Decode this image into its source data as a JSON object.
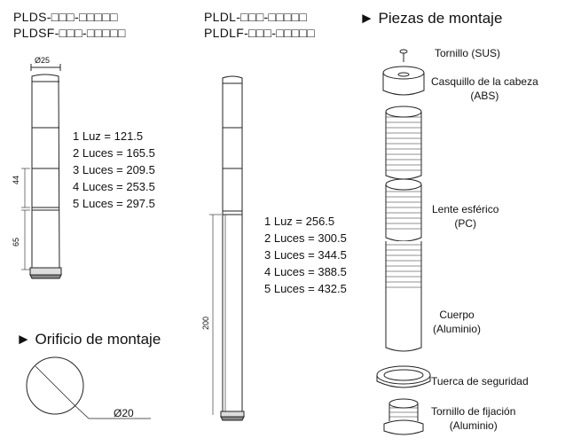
{
  "model_left": [
    "PLDS-□□□-□□□□□",
    "PLDSF-□□□-□□□□□"
  ],
  "model_mid": [
    "PLDL-□□□-□□□□□",
    "PLDLF-□□□-□□□□□"
  ],
  "dims_left": {
    "diameter": "Ø25",
    "d44": "44",
    "d65": "65"
  },
  "dims_mid": {
    "d200": "200"
  },
  "heights_short": [
    "1 Luz = 121.5",
    "2 Luces = 165.5",
    "3 Luces = 209.5",
    "4 Luces = 253.5",
    "5 Luces = 297.5"
  ],
  "heights_long": [
    "1 Luz = 256.5",
    "2 Luces = 300.5",
    "3 Luces = 344.5",
    "4 Luces = 388.5",
    "5 Luces = 432.5"
  ],
  "mount_hole": {
    "title": "► Orificio de montaje",
    "diameter": "Ø20"
  },
  "parts": {
    "title": "► Piezas de montaje",
    "items": [
      {
        "name": "Tornillo (SUS)",
        "sub": ""
      },
      {
        "name": "Casquillo de la cabeza",
        "sub": "(ABS)"
      },
      {
        "name": "Lente esférico",
        "sub": "(PC)"
      },
      {
        "name": "Cuerpo",
        "sub": "(Aluminio)"
      },
      {
        "name": "Tuerca de seguridad",
        "sub": ""
      },
      {
        "name": "Tornillo de fijación",
        "sub": "(Aluminio)"
      }
    ]
  }
}
